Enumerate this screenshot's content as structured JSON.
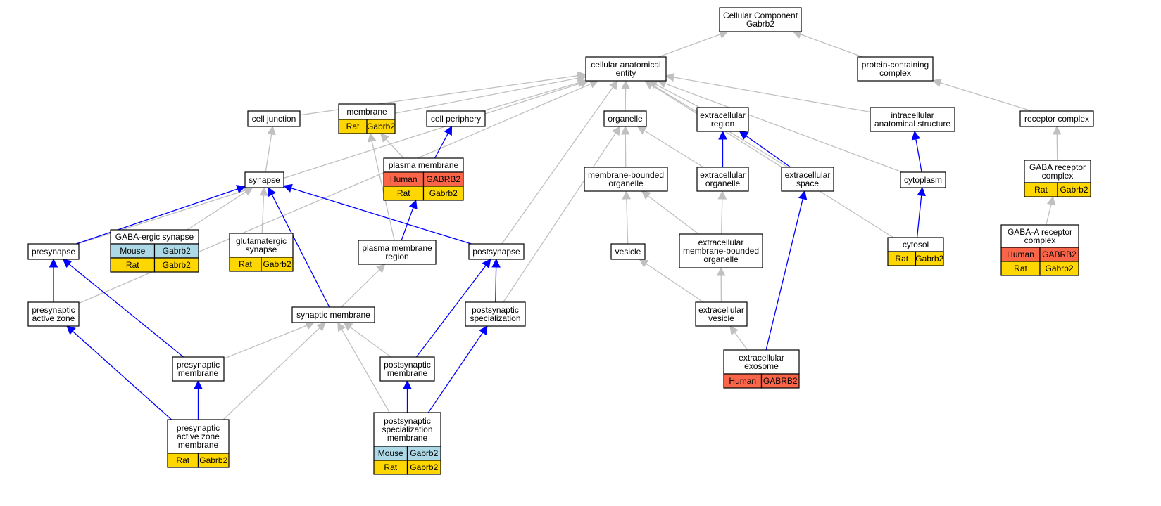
{
  "diagram": {
    "colors": {
      "edge_default": "#c0c0c0",
      "edge_highlight": "#0000ff",
      "node_border": "#000000",
      "node_fill": "#ffffff",
      "human": "#fa6448",
      "mouse": "#add8e6",
      "rat": "#ffd700"
    },
    "nodes": [
      {
        "id": "root",
        "lines": [
          "Cellular Component",
          "Gabrb2"
        ],
        "annotations": []
      },
      {
        "id": "cae",
        "lines": [
          "cellular anatomical",
          "entity"
        ],
        "annotations": []
      },
      {
        "id": "pcc",
        "lines": [
          "protein-containing",
          "complex"
        ],
        "annotations": []
      },
      {
        "id": "cj",
        "lines": [
          "cell junction"
        ],
        "annotations": []
      },
      {
        "id": "mem",
        "lines": [
          "membrane"
        ],
        "annotations": [
          {
            "species": "Rat",
            "gene": "Gabrb2"
          }
        ]
      },
      {
        "id": "cp",
        "lines": [
          "cell periphery"
        ],
        "annotations": []
      },
      {
        "id": "org",
        "lines": [
          "organelle"
        ],
        "annotations": []
      },
      {
        "id": "er",
        "lines": [
          "extracellular",
          "region"
        ],
        "annotations": []
      },
      {
        "id": "ias",
        "lines": [
          "intracellular",
          "anatomical structure"
        ],
        "annotations": []
      },
      {
        "id": "rc",
        "lines": [
          "receptor complex"
        ],
        "annotations": []
      },
      {
        "id": "syn",
        "lines": [
          "synapse"
        ],
        "annotations": []
      },
      {
        "id": "pm",
        "lines": [
          "plasma membrane"
        ],
        "annotations": [
          {
            "species": "Human",
            "gene": "GABRB2"
          },
          {
            "species": "Rat",
            "gene": "Gabrb2"
          }
        ]
      },
      {
        "id": "mbo",
        "lines": [
          "membrane-bounded",
          "organelle"
        ],
        "annotations": []
      },
      {
        "id": "eo",
        "lines": [
          "extracellular",
          "organelle"
        ],
        "annotations": []
      },
      {
        "id": "es",
        "lines": [
          "extracellular",
          "space"
        ],
        "annotations": []
      },
      {
        "id": "cyto",
        "lines": [
          "cytoplasm"
        ],
        "annotations": []
      },
      {
        "id": "grc",
        "lines": [
          "GABA receptor",
          "complex"
        ],
        "annotations": [
          {
            "species": "Rat",
            "gene": "Gabrb2"
          }
        ]
      },
      {
        "id": "gsyn",
        "lines": [
          "GABA-ergic synapse"
        ],
        "annotations": [
          {
            "species": "Mouse",
            "gene": "Gabrb2"
          },
          {
            "species": "Rat",
            "gene": "Gabrb2"
          }
        ]
      },
      {
        "id": "glu",
        "lines": [
          "glutamatergic",
          "synapse"
        ],
        "annotations": [
          {
            "species": "Rat",
            "gene": "Gabrb2"
          }
        ]
      },
      {
        "id": "pre",
        "lines": [
          "presynapse"
        ],
        "annotations": []
      },
      {
        "id": "pmr",
        "lines": [
          "plasma membrane",
          "region"
        ],
        "annotations": []
      },
      {
        "id": "post",
        "lines": [
          "postsynapse"
        ],
        "annotations": []
      },
      {
        "id": "ves",
        "lines": [
          "vesicle"
        ],
        "annotations": []
      },
      {
        "id": "embo",
        "lines": [
          "extracellular",
          "membrane-bounded",
          "organelle"
        ],
        "annotations": []
      },
      {
        "id": "cytosol",
        "lines": [
          "cytosol"
        ],
        "annotations": [
          {
            "species": "Rat",
            "gene": "Gabrb2"
          }
        ]
      },
      {
        "id": "garc",
        "lines": [
          "GABA-A receptor",
          "complex"
        ],
        "annotations": [
          {
            "species": "Human",
            "gene": "GABRB2"
          },
          {
            "species": "Rat",
            "gene": "Gabrb2"
          }
        ]
      },
      {
        "id": "paz",
        "lines": [
          "presynaptic",
          "active zone"
        ],
        "annotations": []
      },
      {
        "id": "sm",
        "lines": [
          "synaptic membrane"
        ],
        "annotations": []
      },
      {
        "id": "ps",
        "lines": [
          "postsynaptic",
          "specialization"
        ],
        "annotations": []
      },
      {
        "id": "ev",
        "lines": [
          "extracellular",
          "vesicle"
        ],
        "annotations": []
      },
      {
        "id": "prem",
        "lines": [
          "presynaptic",
          "membrane"
        ],
        "annotations": []
      },
      {
        "id": "postm",
        "lines": [
          "postsynaptic",
          "membrane"
        ],
        "annotations": []
      },
      {
        "id": "exo",
        "lines": [
          "extracellular",
          "exosome"
        ],
        "annotations": [
          {
            "species": "Human",
            "gene": "GABRB2"
          }
        ]
      },
      {
        "id": "pazm",
        "lines": [
          "presynaptic",
          "active zone",
          "membrane"
        ],
        "annotations": [
          {
            "species": "Rat",
            "gene": "Gabrb2"
          }
        ]
      },
      {
        "id": "psm",
        "lines": [
          "postsynaptic",
          "specialization",
          "membrane"
        ],
        "annotations": [
          {
            "species": "Mouse",
            "gene": "Gabrb2"
          },
          {
            "species": "Rat",
            "gene": "Gabrb2"
          }
        ]
      }
    ],
    "edges": [
      {
        "from": "cae",
        "to": "root",
        "kind": "is_a"
      },
      {
        "from": "pcc",
        "to": "root",
        "kind": "is_a"
      },
      {
        "from": "cj",
        "to": "cae",
        "kind": "is_a"
      },
      {
        "from": "mem",
        "to": "cae",
        "kind": "is_a"
      },
      {
        "from": "cp",
        "to": "cae",
        "kind": "is_a"
      },
      {
        "from": "org",
        "to": "cae",
        "kind": "is_a"
      },
      {
        "from": "er",
        "to": "cae",
        "kind": "is_a"
      },
      {
        "from": "ias",
        "to": "cae",
        "kind": "is_a"
      },
      {
        "from": "es",
        "to": "cae",
        "kind": "is_a"
      },
      {
        "from": "cyto",
        "to": "cae",
        "kind": "is_a"
      },
      {
        "from": "cytosol",
        "to": "cae",
        "kind": "is_a"
      },
      {
        "from": "pre",
        "to": "cae",
        "kind": "is_a"
      },
      {
        "from": "post",
        "to": "cae",
        "kind": "is_a"
      },
      {
        "from": "paz",
        "to": "cae",
        "kind": "is_a"
      },
      {
        "from": "rc",
        "to": "pcc",
        "kind": "is_a"
      },
      {
        "from": "grc",
        "to": "rc",
        "kind": "is_a"
      },
      {
        "from": "garc",
        "to": "grc",
        "kind": "is_a"
      },
      {
        "from": "syn",
        "to": "cj",
        "kind": "is_a"
      },
      {
        "from": "pm",
        "to": "mem",
        "kind": "is_a"
      },
      {
        "from": "pmr",
        "to": "mem",
        "kind": "is_a"
      },
      {
        "from": "pm",
        "to": "cp",
        "kind": "part_of"
      },
      {
        "from": "mbo",
        "to": "org",
        "kind": "is_a"
      },
      {
        "from": "eo",
        "to": "org",
        "kind": "is_a"
      },
      {
        "from": "ps",
        "to": "org",
        "kind": "is_a"
      },
      {
        "from": "eo",
        "to": "er",
        "kind": "part_of"
      },
      {
        "from": "es",
        "to": "er",
        "kind": "part_of"
      },
      {
        "from": "cyto",
        "to": "ias",
        "kind": "part_of"
      },
      {
        "from": "gsyn",
        "to": "syn",
        "kind": "is_a"
      },
      {
        "from": "glu",
        "to": "syn",
        "kind": "is_a"
      },
      {
        "from": "pre",
        "to": "syn",
        "kind": "part_of"
      },
      {
        "from": "post",
        "to": "syn",
        "kind": "part_of"
      },
      {
        "from": "sm",
        "to": "syn",
        "kind": "part_of"
      },
      {
        "from": "pmr",
        "to": "pm",
        "kind": "part_of"
      },
      {
        "from": "ves",
        "to": "mbo",
        "kind": "is_a"
      },
      {
        "from": "embo",
        "to": "mbo",
        "kind": "is_a"
      },
      {
        "from": "embo",
        "to": "eo",
        "kind": "is_a"
      },
      {
        "from": "exo",
        "to": "es",
        "kind": "part_of"
      },
      {
        "from": "cytosol",
        "to": "cyto",
        "kind": "part_of"
      },
      {
        "from": "paz",
        "to": "pre",
        "kind": "part_of"
      },
      {
        "from": "prem",
        "to": "pre",
        "kind": "part_of"
      },
      {
        "from": "sm",
        "to": "pmr",
        "kind": "is_a"
      },
      {
        "from": "postm",
        "to": "post",
        "kind": "part_of"
      },
      {
        "from": "ps",
        "to": "post",
        "kind": "part_of"
      },
      {
        "from": "ev",
        "to": "ves",
        "kind": "is_a"
      },
      {
        "from": "ev",
        "to": "embo",
        "kind": "is_a"
      },
      {
        "from": "pazm",
        "to": "paz",
        "kind": "part_of"
      },
      {
        "from": "prem",
        "to": "sm",
        "kind": "is_a"
      },
      {
        "from": "postm",
        "to": "sm",
        "kind": "is_a"
      },
      {
        "from": "pazm",
        "to": "sm",
        "kind": "is_a"
      },
      {
        "from": "psm",
        "to": "sm",
        "kind": "is_a"
      },
      {
        "from": "psm",
        "to": "ps",
        "kind": "part_of"
      },
      {
        "from": "exo",
        "to": "ev",
        "kind": "is_a"
      },
      {
        "from": "pazm",
        "to": "prem",
        "kind": "part_of"
      },
      {
        "from": "psm",
        "to": "postm",
        "kind": "part_of"
      }
    ]
  }
}
